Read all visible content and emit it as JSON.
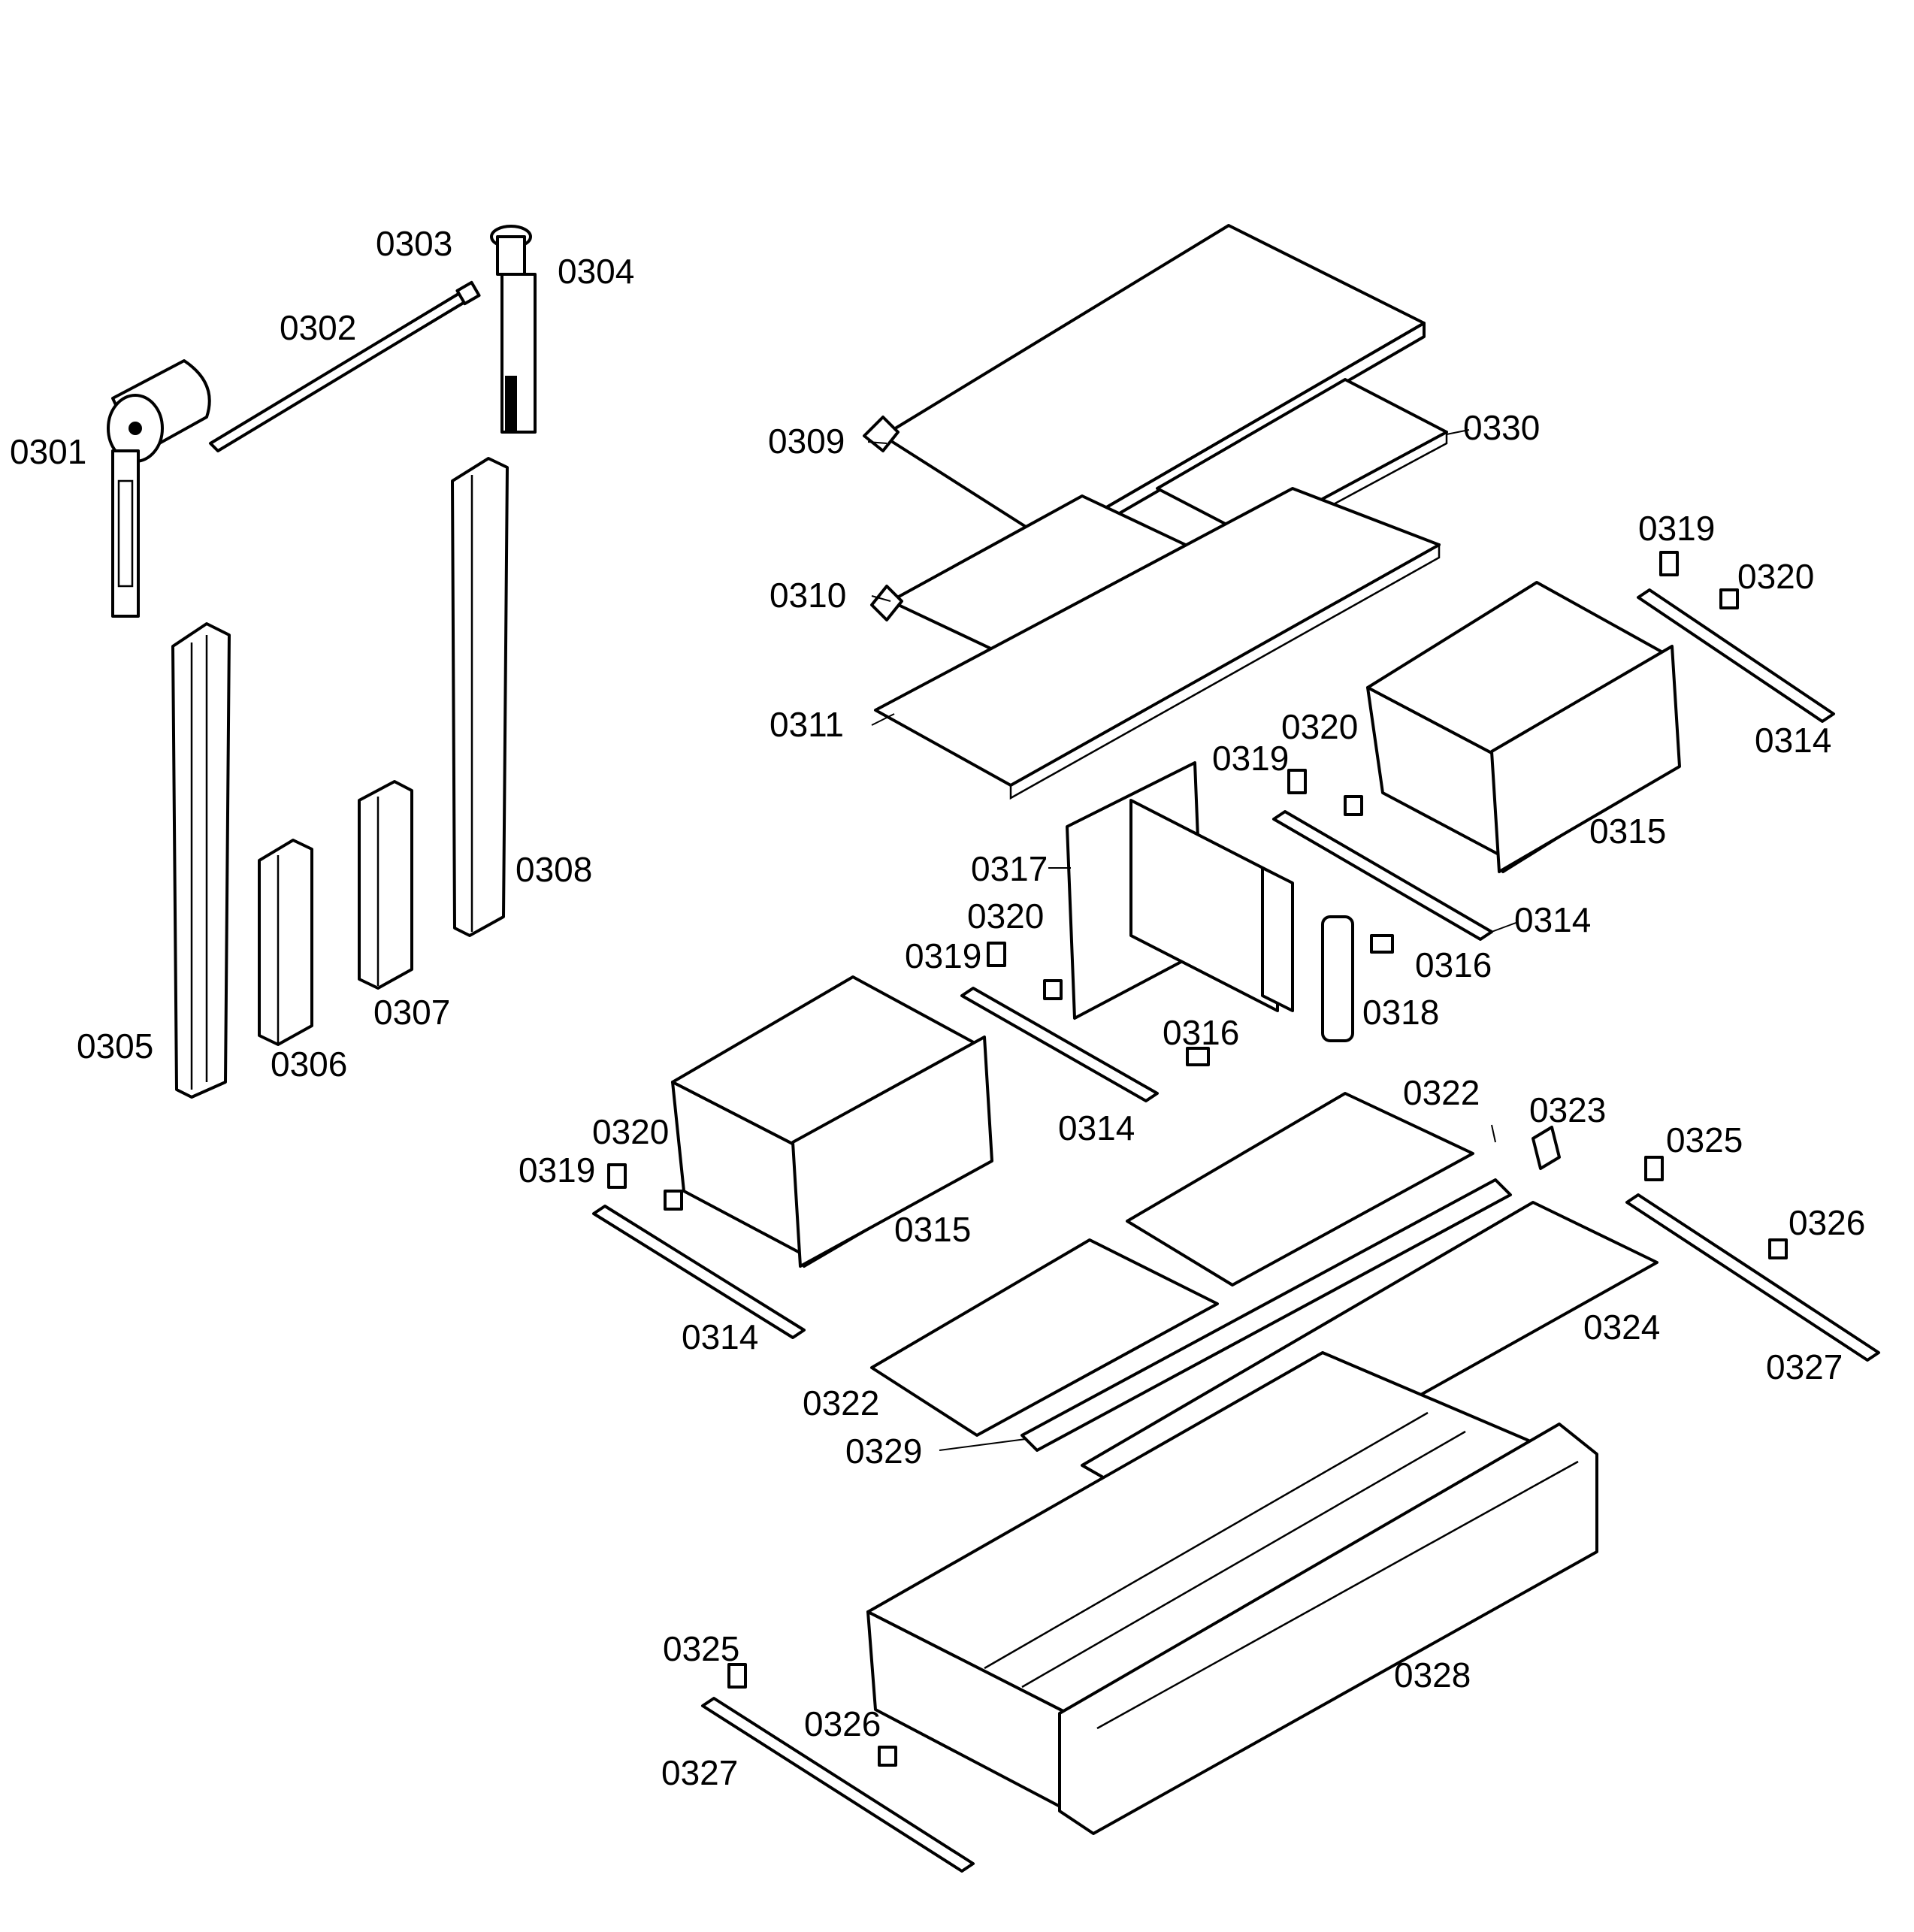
{
  "diagram": {
    "labels": {
      "p0301": "0301",
      "p0302": "0302",
      "p0303": "0303",
      "p0304": "0304",
      "p0305": "0305",
      "p0306": "0306",
      "p0307": "0307",
      "p0308": "0308",
      "p0309": "0309",
      "p0310": "0310",
      "p0311": "0311",
      "p0314a": "0314",
      "p0314b": "0314",
      "p0314c": "0314",
      "p0314d": "0314",
      "p0315a": "0315",
      "p0315b": "0315",
      "p0316a": "0316",
      "p0316b": "0316",
      "p0317": "0317",
      "p0318": "0318",
      "p0319a": "0319",
      "p0319b": "0319",
      "p0319c": "0319",
      "p0319d": "0319",
      "p0320a": "0320",
      "p0320b": "0320",
      "p0320c": "0320",
      "p0320d": "0320",
      "p0322a": "0322",
      "p0322b": "0322",
      "p0323": "0323",
      "p0324": "0324",
      "p0325a": "0325",
      "p0325b": "0325",
      "p0326a": "0326",
      "p0326b": "0326",
      "p0327a": "0327",
      "p0327b": "0327",
      "p0328": "0328",
      "p0329": "0329",
      "p0330": "0330"
    }
  }
}
